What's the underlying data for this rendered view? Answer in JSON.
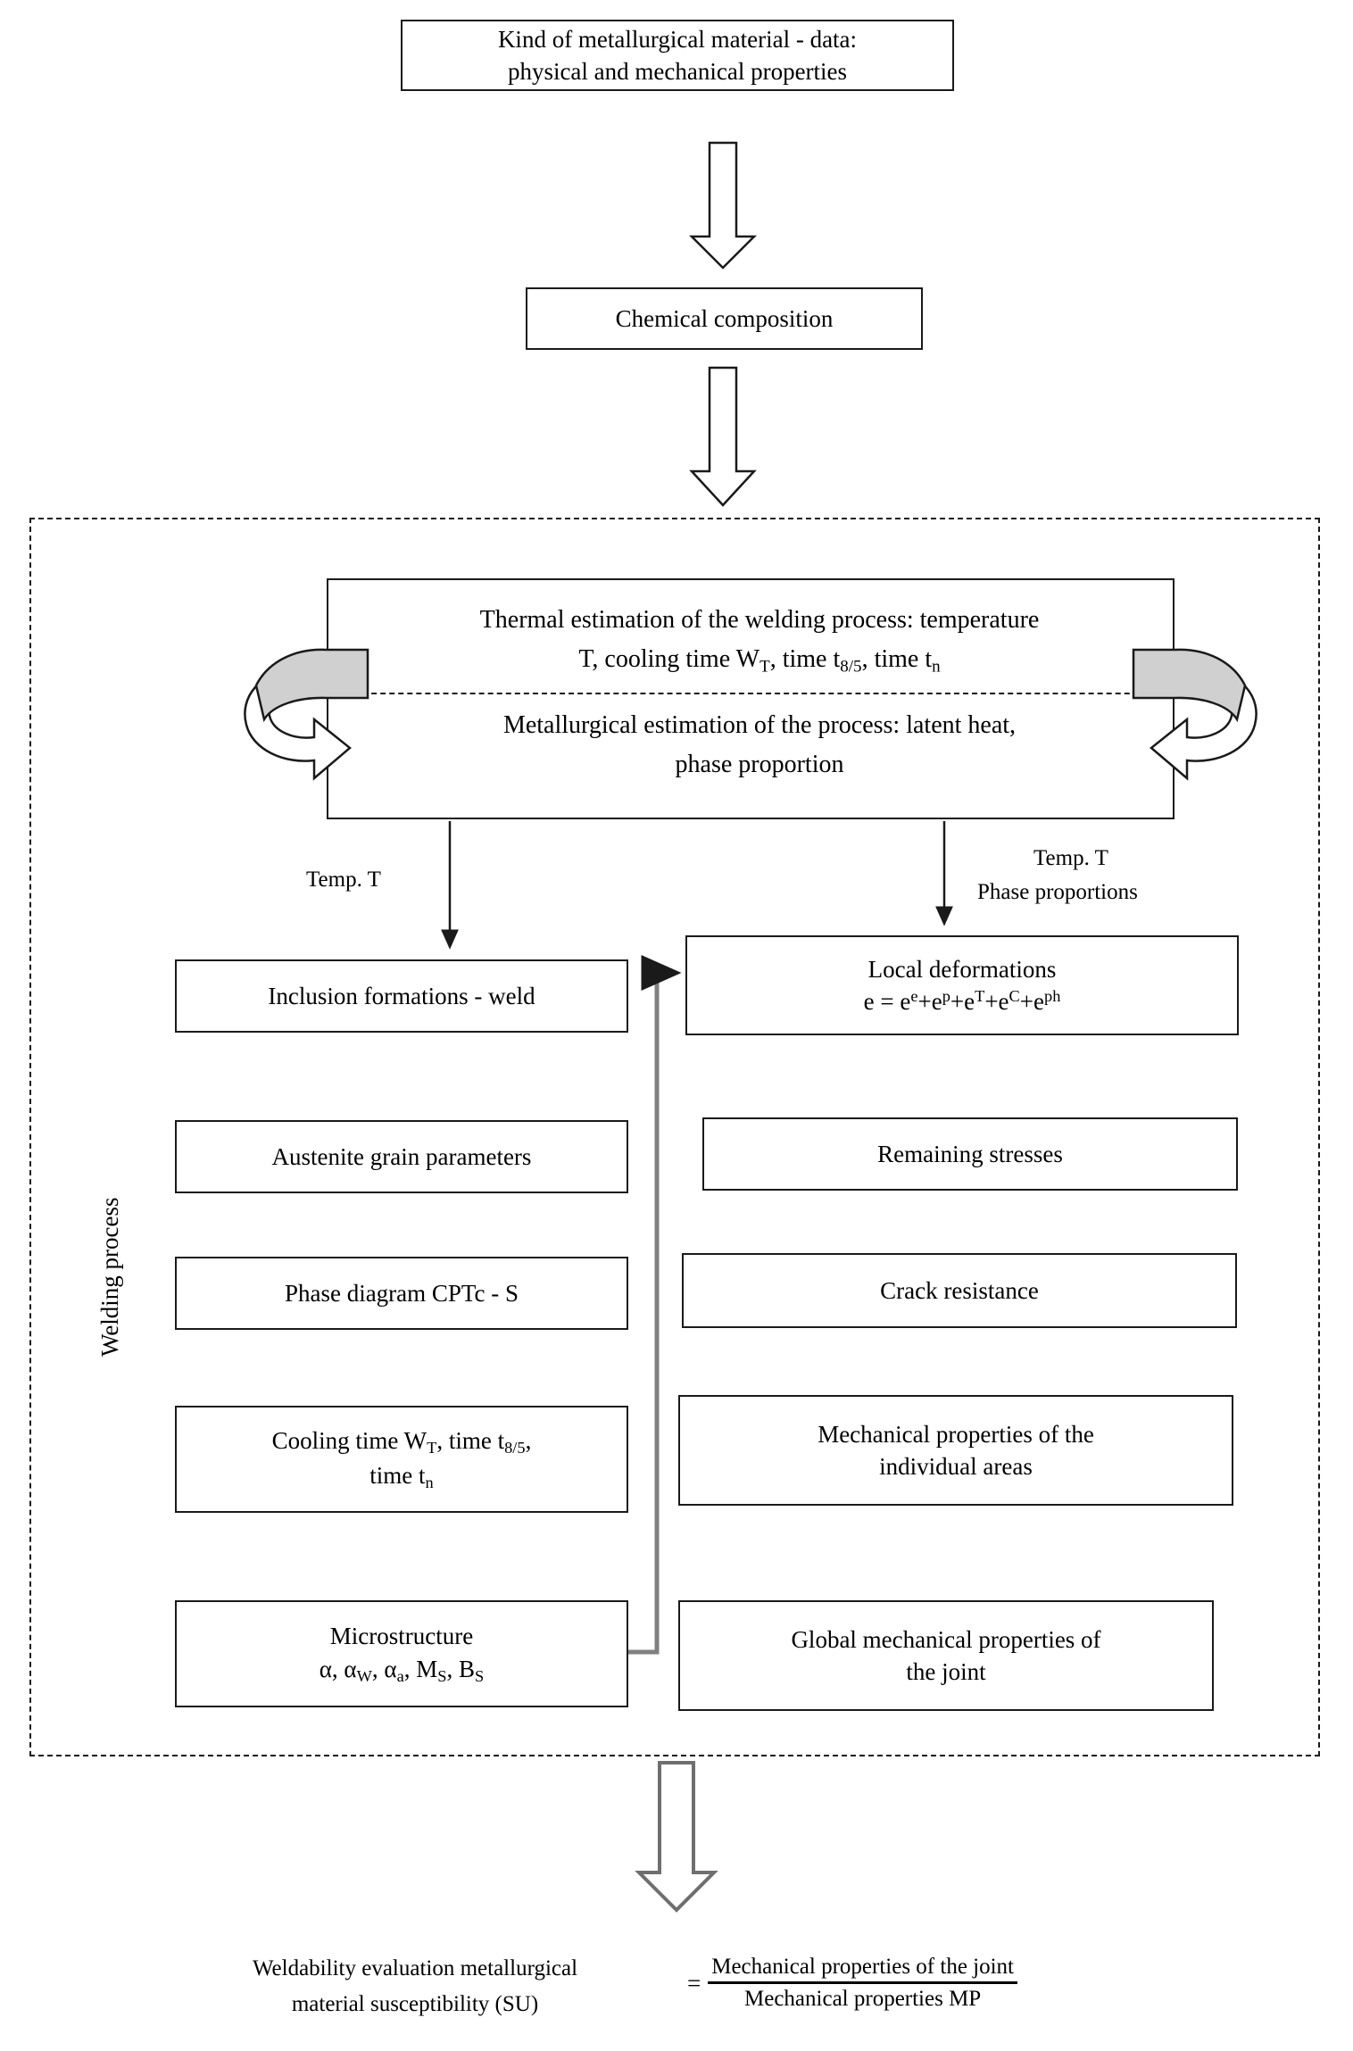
{
  "diagram": {
    "title_flow": "Weldability evaluation flow chart",
    "top": {
      "material_box": {
        "line1": "Kind of metallurgical material - data:",
        "line2": "physical and mechanical properties"
      },
      "chemical_box": {
        "label": "Chemical composition"
      }
    },
    "welding_process": {
      "side_label": "Welding process",
      "estimation_box": {
        "thermal_line1": "Thermal estimation of the welding process: temperature",
        "thermal_line2_a": "T, cooling time W",
        "thermal_line2_sub1": "T",
        "thermal_line2_b": ", time t",
        "thermal_line2_sub2": "8/5",
        "thermal_line2_c": ", time t",
        "thermal_line2_sub3": "n",
        "metallurgical_line1": "Metallurgical estimation of the process: latent heat,",
        "metallurgical_line2": "phase proportion"
      },
      "arrow_labels": {
        "left": "Temp. T",
        "right_line1": "Temp. T",
        "right_line2": "Phase proportions"
      },
      "left_column": [
        {
          "id": "inclusion-formations",
          "line1": "Inclusion formations - weld"
        },
        {
          "id": "austenite-grain",
          "line1": "Austenite grain parameters"
        },
        {
          "id": "phase-diagram",
          "line1": "Phase diagram CPTc - S"
        },
        {
          "id": "cooling-time",
          "line1_a": "Cooling time W",
          "line1_sub1": "T",
          "line1_b": ", time t",
          "line1_sub2": "8/5",
          "line1_c": ",",
          "line2_a": "time t",
          "line2_sub": "n"
        },
        {
          "id": "microstructure",
          "line1": "Microstructure",
          "line2_a": "α, α",
          "line2_sub1": "W",
          "line2_b": ", α",
          "line2_sub2": "a",
          "line2_c": ", M",
          "line2_sub3": "S",
          "line2_d": ", B",
          "line2_sub4": "S"
        }
      ],
      "right_column": [
        {
          "id": "local-deformations",
          "line1": "Local deformations",
          "formula_lead": "e = e",
          "sup1": "e",
          "p1": "+e",
          "sup2": "p",
          "p2": "+e",
          "sup3": "T",
          "p3": "+e",
          "sup4": "C",
          "p4": "+e",
          "sup5": "ph"
        },
        {
          "id": "remaining-stresses",
          "line1": "Remaining stresses"
        },
        {
          "id": "crack-resistance",
          "line1": "Crack resistance"
        },
        {
          "id": "mechanical-individual",
          "line1": "Mechanical properties of the",
          "line2": "individual areas"
        },
        {
          "id": "global-mechanical",
          "line1": "Global mechanical properties of",
          "line2": "the joint"
        }
      ]
    },
    "result": {
      "left_line1": "Weldability evaluation metallurgical",
      "left_line2": "material susceptibility (SU)",
      "equals": "=",
      "numerator": "Mechanical properties of the joint",
      "denominator": "Mechanical properties MP"
    },
    "colors": {
      "stroke": "#1a1a1a",
      "fill_gray": "#d0d0d0",
      "connector_gray": "#808080",
      "background": "#ffffff"
    }
  }
}
